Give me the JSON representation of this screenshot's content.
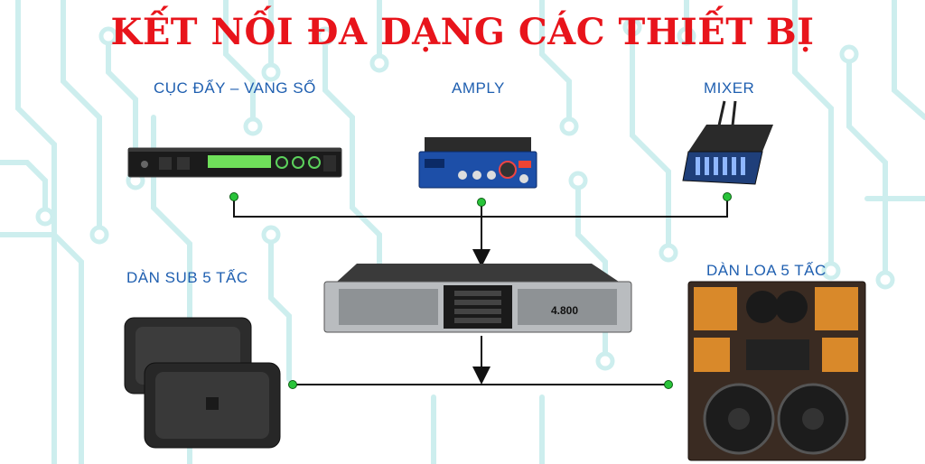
{
  "title": "KẾT NỐI ĐA DẠNG CÁC THIẾT BỊ",
  "labels": {
    "processor": "CỤC ĐẨY – VANG SỐ",
    "amply": "AMPLY",
    "mixer": "MIXER",
    "sub": "DÀN SUB 5 TẤC",
    "speaker": "DÀN LOA 5 TẤC"
  },
  "devices": {
    "power_amp_model": "4.800"
  },
  "colors": {
    "title": "#e8141b",
    "label": "#1f5fb0",
    "connector_dot": "#29c43a",
    "wire": "#111111",
    "circuit_bg": "#c7ecec"
  }
}
